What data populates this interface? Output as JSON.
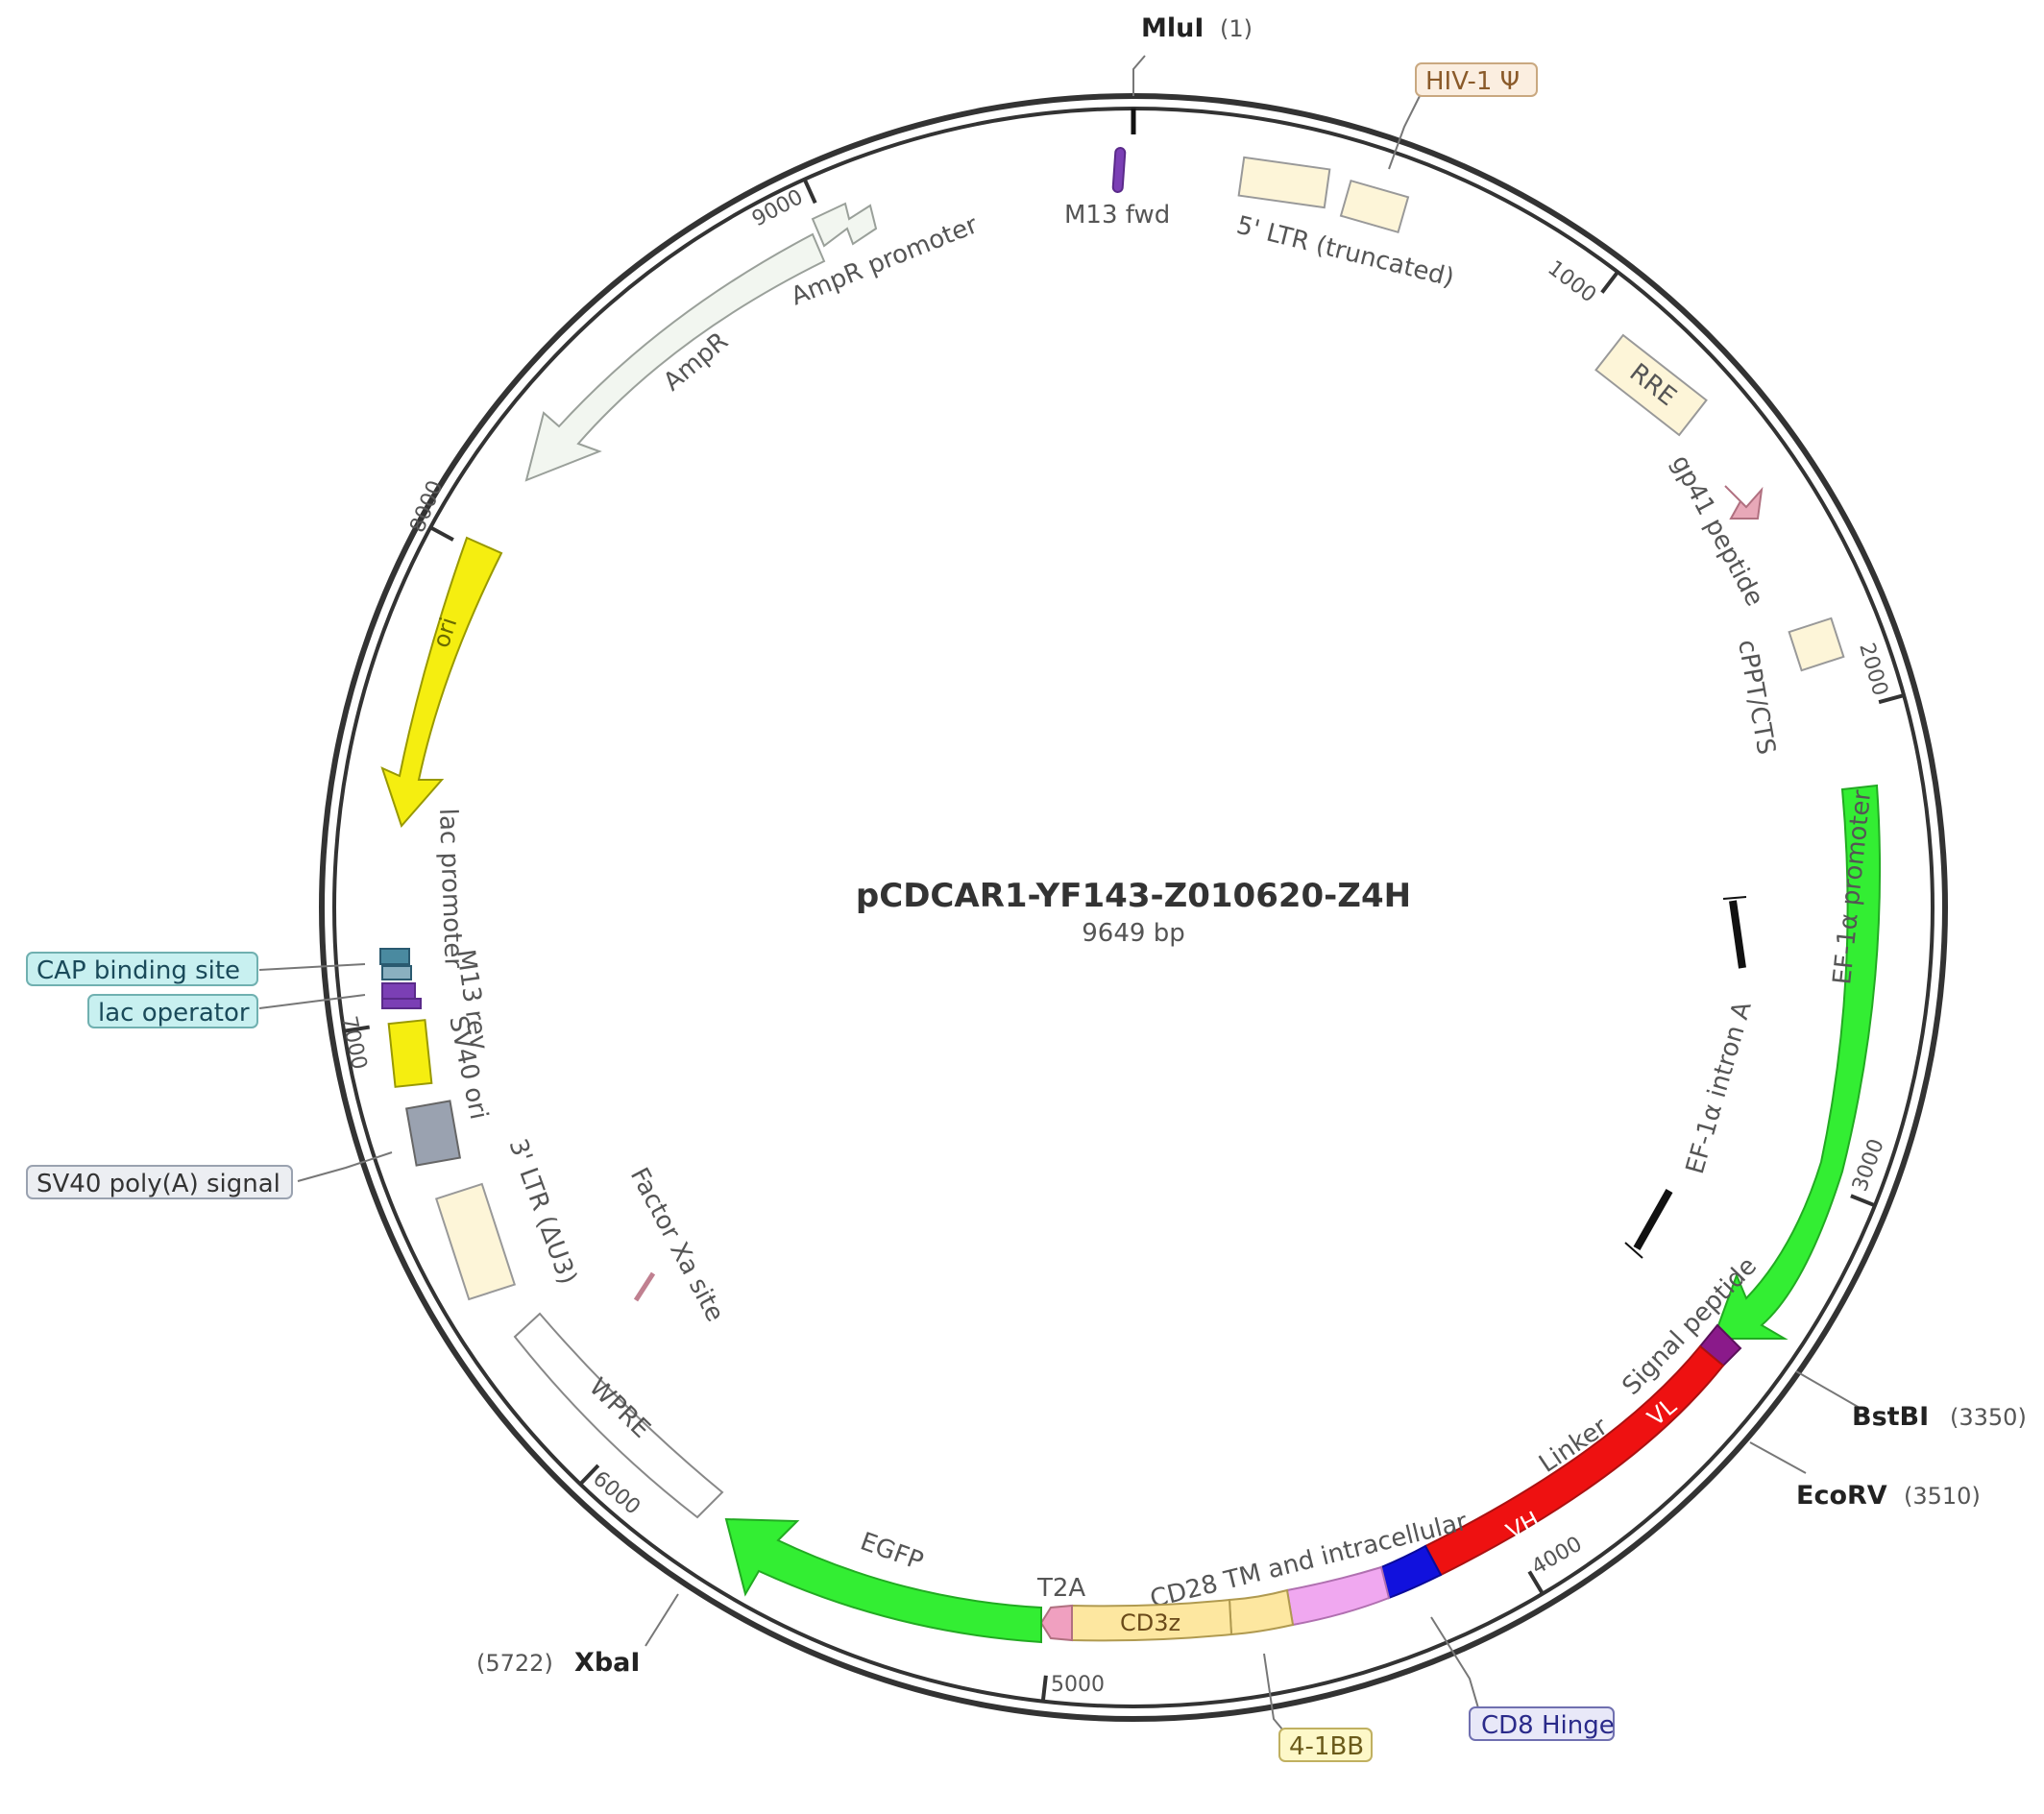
{
  "plasmid": {
    "name": "pCDCAR1-YF143-Z010620-Z4H",
    "length_label": "9649 bp",
    "length": 9649
  },
  "ticks": [
    {
      "label": "1000",
      "pos": 1000
    },
    {
      "label": "2000",
      "pos": 2000
    },
    {
      "label": "3000",
      "pos": 3000
    },
    {
      "label": "4000",
      "pos": 4000
    },
    {
      "label": "5000",
      "pos": 5000
    },
    {
      "label": "6000",
      "pos": 6000
    },
    {
      "label": "7000",
      "pos": 7000
    },
    {
      "label": "8000",
      "pos": 8000
    },
    {
      "label": "9000",
      "pos": 9000
    }
  ],
  "sites": [
    {
      "name": "MluI",
      "pos_label": "(1)"
    },
    {
      "name": "BstBI",
      "pos_label": "(3350)"
    },
    {
      "name": "EcoRV",
      "pos_label": "(3510)"
    },
    {
      "name": "XbaI",
      "pos_label": "(5722)"
    }
  ],
  "features": [
    {
      "name": "M13 fwd",
      "color": "#7b3fb5"
    },
    {
      "name": "5' LTR (truncated)",
      "color": "#fdf5d8"
    },
    {
      "name": "HIV-1 Ψ",
      "color": "#fdf5d8"
    },
    {
      "name": "RRE",
      "color": "#fdf5d8"
    },
    {
      "name": "gp41 peptide",
      "color": "#e8a8b8"
    },
    {
      "name": "cPPT/CTS",
      "color": "#fdf5d8"
    },
    {
      "name": "EF-1α promoter",
      "color": "#33ee33"
    },
    {
      "name": "EF-1α intron A",
      "color": "#111111"
    },
    {
      "name": "Signal peptide",
      "color": "#8a1a8a"
    },
    {
      "name": "VL",
      "color": "#ee1111"
    },
    {
      "name": "Linker",
      "color": "#ee1111"
    },
    {
      "name": "VH",
      "color": "#ee1111"
    },
    {
      "name": "CD8 Hinge",
      "color": "#1111dd"
    },
    {
      "name": "CD28 TM and intracellular",
      "color": "#f0a8f0"
    },
    {
      "name": "4-1BB",
      "color": "#fde7a0"
    },
    {
      "name": "CD3z",
      "color": "#fde7a0"
    },
    {
      "name": "T2A",
      "color": "#f0a0c0"
    },
    {
      "name": "EGFP",
      "color": "#33ee33"
    },
    {
      "name": "WPRE",
      "color": "#ffffff"
    },
    {
      "name": "Factor Xa site",
      "color": "#c08090"
    },
    {
      "name": "3' LTR (ΔU3)",
      "color": "#fdf5d8"
    },
    {
      "name": "SV40 poly(A) signal",
      "color": "#9aa2b0"
    },
    {
      "name": "SV40 ori",
      "color": "#f5ee10"
    },
    {
      "name": "M13 rev",
      "color": "#7b3fb5"
    },
    {
      "name": "lac operator",
      "color": "#7b3fb5"
    },
    {
      "name": "CAP binding site",
      "color": "#4a8aa0"
    },
    {
      "name": "lac promoter",
      "color": "#ffffff"
    },
    {
      "name": "ori",
      "color": "#f5ee10"
    },
    {
      "name": "AmpR",
      "color": "#f2f6f0"
    },
    {
      "name": "AmpR promoter",
      "color": "#f2f6f0"
    }
  ],
  "box_colors": {
    "hiv": "#fbeee0",
    "cd8": "#e8e8f8",
    "bb": "#fdf8c8",
    "cap": "#c8f0f0",
    "polyA": "#eceef2"
  }
}
